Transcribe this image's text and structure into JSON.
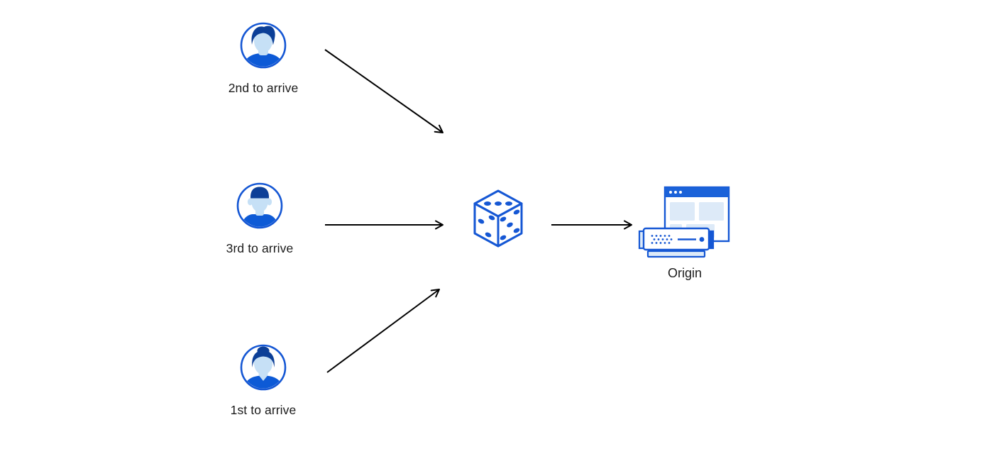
{
  "diagram": {
    "clients": [
      {
        "id": "client-2nd",
        "label": "2nd to arrive",
        "avatar": "man-wavy-hair-avatar"
      },
      {
        "id": "client-3rd",
        "label": "3rd to arrive",
        "avatar": "man-short-hair-avatar"
      },
      {
        "id": "client-1st",
        "label": "1st to arrive",
        "avatar": "woman-bun-avatar"
      }
    ],
    "center": {
      "id": "dice",
      "icon": "dice-icon"
    },
    "origin": {
      "label": "Origin",
      "icon": "origin-server-browser-icon"
    },
    "edges": [
      {
        "from": "2nd to arrive",
        "to": "dice"
      },
      {
        "from": "3rd to arrive",
        "to": "dice"
      },
      {
        "from": "1st to arrive",
        "to": "dice"
      },
      {
        "from": "dice",
        "to": "Origin"
      }
    ],
    "colors": {
      "outline_blue": "#1557d4",
      "dark_navy": "#0c3f97",
      "skin_light_blue": "#c6e0f6",
      "shirt_blue": "#0d5ad6",
      "panel_blue": "#ddeaf8",
      "titlebar_blue": "#1b62d9",
      "arrow_black": "#000000",
      "label_text": "#1a1a1a"
    }
  }
}
